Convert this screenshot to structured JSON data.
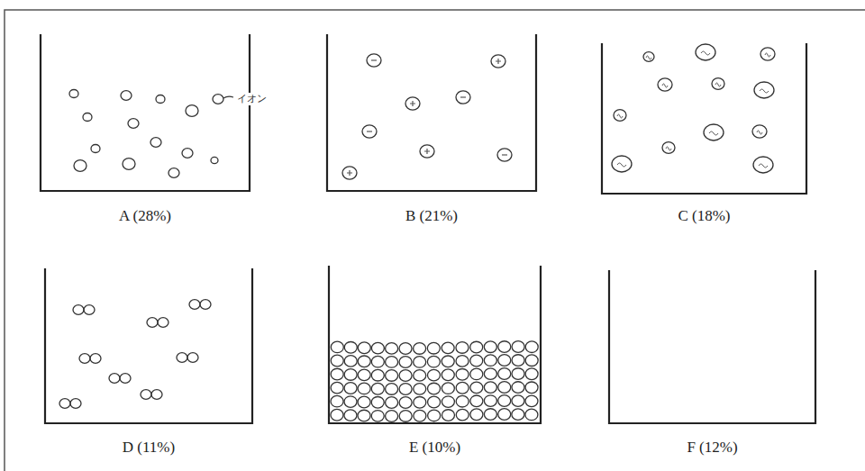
{
  "diagram": {
    "nodes": [
      {
        "text": [
          "A (28%)"
        ]
      },
      {
        "text": [
          "B (21%)"
        ]
      },
      {
        "text": [
          "C (18%)"
        ]
      },
      {
        "text": [
          "D (11%)"
        ]
      },
      {
        "text": [
          "E (10%)"
        ]
      },
      {
        "text": [
          "F (12%)"
        ]
      }
    ],
    "labels": [
      "イオン"
    ]
  }
}
